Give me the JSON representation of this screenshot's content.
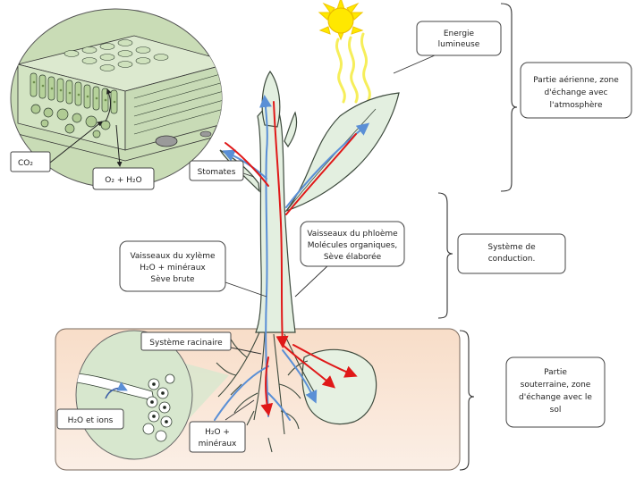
{
  "labels": {
    "energie_line1": "Energie",
    "energie_line2": "lumineuse",
    "aerienne_line1": "Partie aérienne, zone",
    "aerienne_line2": "d'échange avec",
    "aerienne_line3": "l'atmosphère",
    "co2": "CO₂",
    "o2_h2o": "O₂ + H₂O",
    "stomates": "Stomates",
    "phloeme_line1": "Vaisseaux du phloème",
    "phloeme_line2": "Molécules organiques,",
    "phloeme_line3": "Sève élaborée",
    "conduction_line1": "Système de",
    "conduction_line2": "conduction.",
    "xyleme_line1": "Vaisseaux du xylème",
    "xyleme_line2": "H₂O + minéraux",
    "xyleme_line3": "Sève brute",
    "racinaire": "Système racinaire",
    "souterraine_line1": "Partie",
    "souterraine_line2": "souterraine, zone",
    "souterraine_line3": "d'échange avec le",
    "souterraine_line4": "sol",
    "h2o_ions": "H₂O et ions",
    "h2o_min_line1": "H₂O +",
    "h2o_min_line2": "minéraux"
  },
  "colors": {
    "phloem_flow": "#e01818",
    "xylem_flow": "#5a8fd6",
    "plant_fill": "#e3efe0",
    "plant_stroke": "#3d4a3d",
    "leaf_zoom_fill": "#c9dcb6",
    "soil_gradient_top": "#f8ddc8",
    "soil_gradient_bottom": "#fbefe6",
    "sun_fill": "#ffe800",
    "ray_color": "#f6ee5a"
  }
}
